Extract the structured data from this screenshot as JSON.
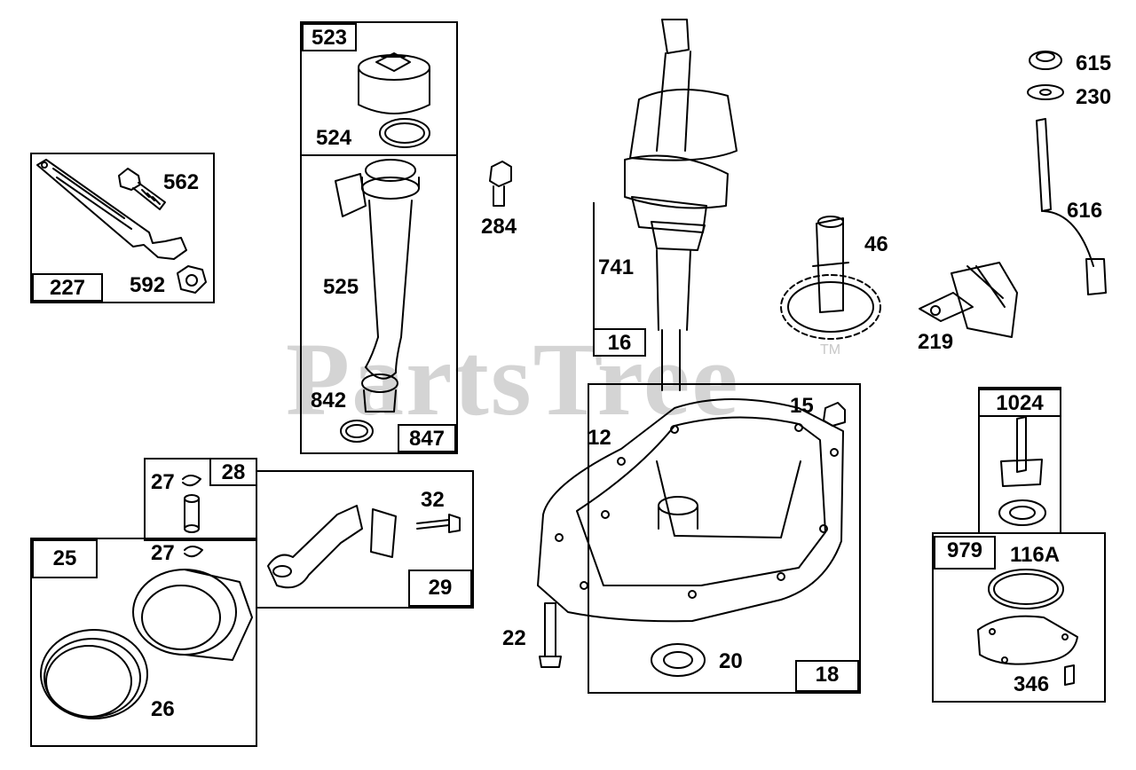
{
  "watermark": {
    "text": "PartsTree",
    "tm": "TM"
  },
  "part_labels": {
    "p523": "523",
    "p524": "524",
    "p525": "525",
    "p842": "842",
    "p847": "847",
    "p562": "562",
    "p227": "227",
    "p592": "592",
    "p284": "284",
    "p741": "741",
    "p16": "16",
    "p46": "46",
    "p615": "615",
    "p230": "230",
    "p616": "616",
    "p219": "219",
    "p15": "15",
    "p12": "12",
    "p22": "22",
    "p20": "20",
    "p18": "18",
    "p1024": "1024",
    "p979": "979",
    "p116A": "116A",
    "p346": "346",
    "p27a": "27",
    "p27b": "27",
    "p28": "28",
    "p32": "32",
    "p29": "29",
    "p25": "25",
    "p26": "26"
  },
  "colors": {
    "line": "#000000",
    "watermark": "#d4d4d4",
    "background": "#ffffff"
  }
}
